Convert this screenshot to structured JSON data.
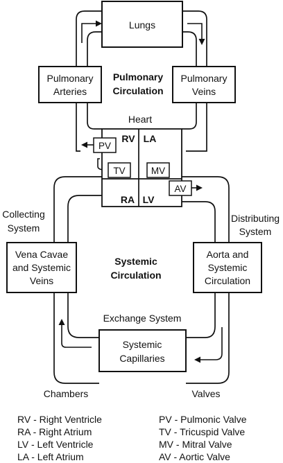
{
  "boxes": {
    "lungs": "Lungs",
    "pulmonary_arteries": [
      "Pulmonary",
      "Arteries"
    ],
    "pulmonary_veins": [
      "Pulmonary",
      "Veins"
    ],
    "vena_cavae": [
      "Vena Cavae",
      "and Systemic",
      "Veins"
    ],
    "aorta": [
      "Aorta and",
      "Systemic",
      "Circulation"
    ],
    "capillaries": [
      "Systemic",
      "Capillaries"
    ]
  },
  "circulations": {
    "pulmonary": [
      "Pulmonary",
      "Circulation"
    ],
    "systemic": [
      "Systemic",
      "Circulation"
    ]
  },
  "labels": {
    "heart": "Heart",
    "collecting": [
      "Collecting",
      "System"
    ],
    "distributing": [
      "Distributing",
      "System"
    ],
    "exchange": "Exchange System"
  },
  "chambers": {
    "rv": "RV",
    "la": "LA",
    "ra": "RA",
    "lv": "LV"
  },
  "valves": {
    "pv": "PV",
    "tv": "TV",
    "mv": "MV",
    "av": "AV"
  },
  "legend": {
    "chambers_title": "Chambers",
    "valves_title": "Valves",
    "chambers": [
      "RV - Right Ventricle",
      "RA - Right Atrium",
      "LV - Left Ventricle",
      "LA - Left Atrium"
    ],
    "valves": [
      "PV - Pulmonic Valve",
      "TV - Tricuspid Valve",
      "MV - Mitral Valve",
      "AV - Aortic Valve"
    ]
  }
}
